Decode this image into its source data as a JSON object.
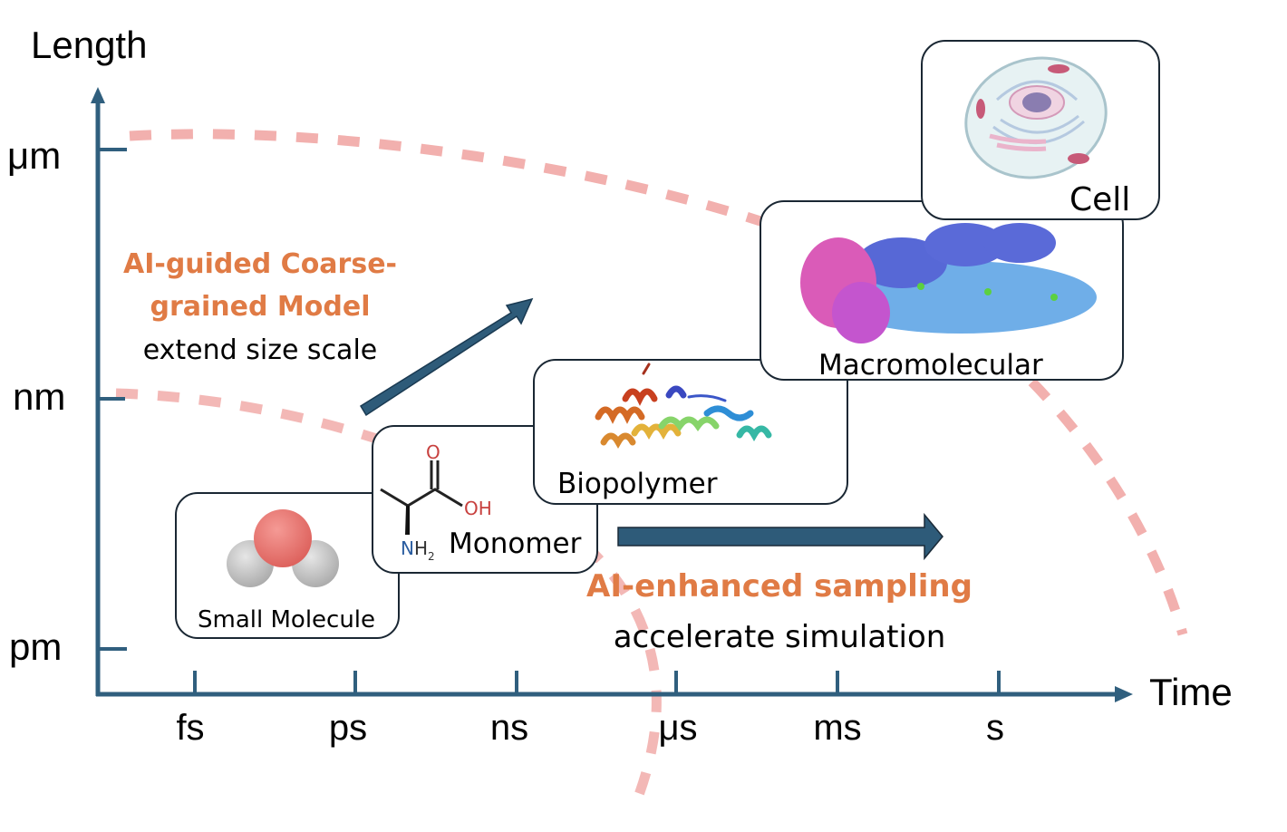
{
  "title": "Multiscale simulation: length vs time scales",
  "colors": {
    "axis": "#305F7E",
    "arrow": "#2E5B79",
    "dashed_curve": "#F2B0AE",
    "accent": "#E07B45",
    "box_border": "#1A2733"
  },
  "axes": {
    "y_label": "Length",
    "x_label": "Time",
    "y_ticks": [
      "pm",
      "nm",
      "μm"
    ],
    "x_ticks": [
      "fs",
      "ps",
      "ns",
      "μs",
      "ms",
      "s"
    ]
  },
  "boxes": [
    {
      "id": "small-molecule",
      "label": "Small Molecule",
      "icon": "water-molecule-icon"
    },
    {
      "id": "monomer",
      "label": "Monomer",
      "icon": "amino-acid-structure-icon",
      "formula": {
        "o": "O",
        "oh": "OH",
        "nh2_n": "N",
        "nh2_h": "H",
        "nh2_sub": "2"
      }
    },
    {
      "id": "biopolymer",
      "label": "Biopolymer",
      "icon": "protein-ribbon-icon"
    },
    {
      "id": "macromolecular",
      "label": "Macromolecular",
      "icon": "protein-complex-icon"
    },
    {
      "id": "cell",
      "label": "Cell",
      "icon": "cell-icon"
    }
  ],
  "annotations": {
    "coarse_grained": {
      "title_line1": "AI-guided Coarse-",
      "title_line2": "grained Model",
      "subtitle": "extend size scale"
    },
    "enhanced_sampling": {
      "title": "AI-enhanced sampling",
      "subtitle": "accelerate simulation"
    }
  }
}
